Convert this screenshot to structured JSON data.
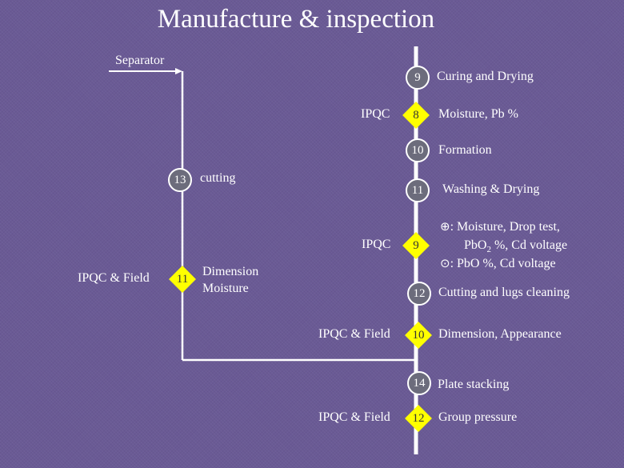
{
  "title": "Manufacture & inspection",
  "left": {
    "input_label": "Separator",
    "cutting": {
      "number": "13",
      "label": "cutting"
    },
    "inspection": {
      "who": "IPQC & Field",
      "number": "11",
      "label_line1": "Dimension",
      "label_line2": "Moisture"
    }
  },
  "right": {
    "curing": {
      "number": "9",
      "label": "Curing and Drying"
    },
    "moisture_check": {
      "who": "IPQC",
      "number": "8",
      "label": "Moisture, Pb %"
    },
    "formation": {
      "number": "10",
      "label": "Formation"
    },
    "washing": {
      "number": "11",
      "label": "Washing & Drying"
    },
    "formation_check": {
      "who": "IPQC",
      "number": "9",
      "positive_symbol": "⊕",
      "positive_line1": ": Moisture, Drop test,",
      "positive_line2_pre": "PbO",
      "positive_line2_sub": "2",
      "positive_line2_post": " %, Cd voltage",
      "negative_symbol": "⊙",
      "negative_line": ": PbO %, Cd voltage"
    },
    "cutting_lugs": {
      "number": "12",
      "label": "Cutting and lugs cleaning"
    },
    "dimension_check": {
      "who": "IPQC & Field",
      "number": "10",
      "label": "Dimension, Appearance"
    },
    "stacking": {
      "number": "14",
      "label": "Plate stacking"
    },
    "pressure_check": {
      "who": "IPQC & Field",
      "number": "12",
      "label": "Group pressure"
    }
  },
  "colors": {
    "background": "#6a5a95",
    "diamond": "#ffff00",
    "circle": "#6c6c7c",
    "line": "#ffffff"
  }
}
